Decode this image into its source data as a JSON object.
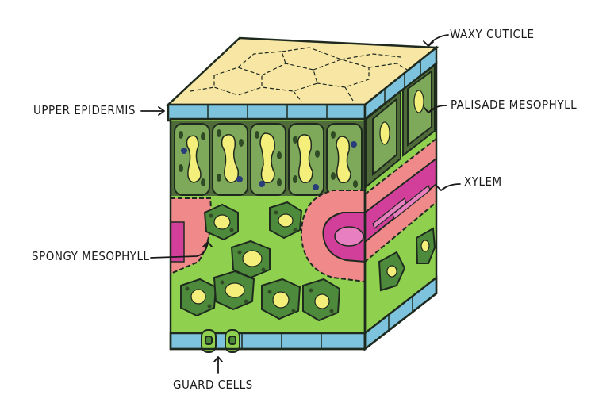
{
  "colors": {
    "outline": "#1f2a1f",
    "cuticle": "#f7e6a4",
    "epidermis": "#7ec3dd",
    "palisade_wall": "#4f6b3a",
    "palisade_inner": "#7ea85a",
    "chloroplast": "#2f4a25",
    "vacuole": "#f3ef7a",
    "nucleus": "#2a3d7a",
    "spongy_space": "#8fd14f",
    "spongy_cell": "#4e8a3c",
    "phloem_pink": "#f08a8a",
    "xylem_magenta": "#d23f9a",
    "xylem_light": "#e87fc0"
  },
  "labels": {
    "waxy_cuticle": "WAXY CUTICLE",
    "upper_epidermis": "UPPER EPIDERMIS",
    "palisade_mesophyll": "PALISADE MESOPHYLL",
    "xylem": "XYLEM",
    "spongy_mesophyll": "SPONGY MESOPHYLL",
    "guard_cells": "GUARD CELLS"
  }
}
